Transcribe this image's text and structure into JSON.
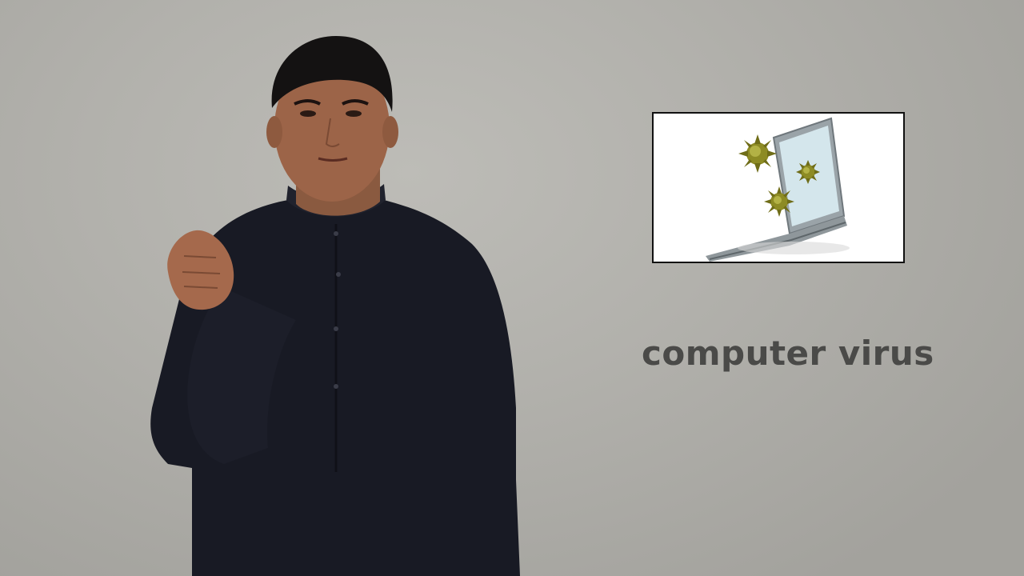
{
  "video": {
    "caption": "computer virus",
    "colors": {
      "background": "#b6b5b0",
      "caption_text": "#4a4a48",
      "shirt": "#181a24",
      "frame_border": "#111111",
      "virus": "#9a9a2a"
    }
  },
  "presenter": {
    "description_icon": "person-signing",
    "gesture": "hand-raised-pinch"
  },
  "illustration": {
    "icon": "laptop-with-virus-icon",
    "elements": [
      "laptop-icon",
      "virus-icon",
      "virus-icon",
      "virus-icon"
    ]
  }
}
